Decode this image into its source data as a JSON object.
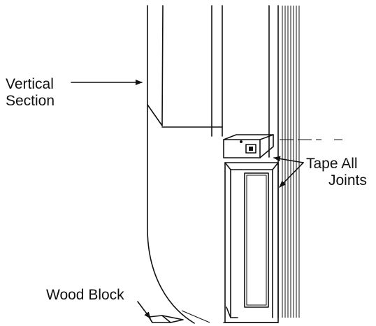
{
  "labels": {
    "vertical_section_line1": "Vertical",
    "vertical_section_line2": "Section",
    "tape_all_joints_line1": "Tape All",
    "tape_all_joints_line2": "Joints",
    "wood_block": "Wood Block"
  },
  "colors": {
    "ink": "#111111",
    "background": "#ffffff"
  }
}
